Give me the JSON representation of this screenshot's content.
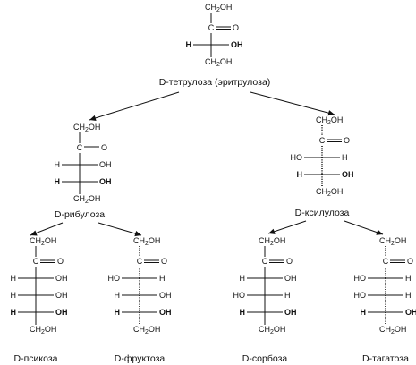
{
  "groups": {
    "ch2": "CH",
    "ch2_sub": "2",
    "oh": "OH",
    "h": "H",
    "ho": "HO",
    "c": "C",
    "o": "O"
  },
  "molecules": [
    {
      "id": "tetrulose",
      "name": "D-тетрулоза (эритрулоза)",
      "rows": [
        {
          "left": "H",
          "right": "OH",
          "bold": true
        }
      ],
      "dotted_right": false
    },
    {
      "id": "ribulose",
      "name": "D-рибулоза",
      "rows": [
        {
          "left": "H",
          "right": "OH",
          "bold": false
        },
        {
          "left": "H",
          "right": "OH",
          "bold": true
        }
      ],
      "dotted_right": false
    },
    {
      "id": "xylulose",
      "name": "D-ксилулоза",
      "rows": [
        {
          "left": "HO",
          "right": "H",
          "bold": false
        },
        {
          "left": "H",
          "right": "OH",
          "bold": true
        }
      ],
      "dotted_right": true
    },
    {
      "id": "psicose",
      "name": "D-псикоза",
      "rows": [
        {
          "left": "H",
          "right": "OH",
          "bold": false
        },
        {
          "left": "H",
          "right": "OH",
          "bold": false
        },
        {
          "left": "H",
          "right": "OH",
          "bold": true
        }
      ],
      "dotted_right": false
    },
    {
      "id": "fructose",
      "name": "D-фруктоза",
      "rows": [
        {
          "left": "HO",
          "right": "H",
          "bold": false
        },
        {
          "left": "H",
          "right": "OH",
          "bold": false
        },
        {
          "left": "H",
          "right": "OH",
          "bold": true
        }
      ],
      "dotted_right": true
    },
    {
      "id": "sorbose",
      "name": "D-сорбоза",
      "rows": [
        {
          "left": "H",
          "right": "OH",
          "bold": false
        },
        {
          "left": "HO",
          "right": "H",
          "bold": false
        },
        {
          "left": "H",
          "right": "OH",
          "bold": true
        }
      ],
      "dotted_right": false
    },
    {
      "id": "tagatose",
      "name": "D-тагатоза",
      "rows": [
        {
          "left": "HO",
          "right": "H",
          "bold": false
        },
        {
          "left": "HO",
          "right": "H",
          "bold": false
        },
        {
          "left": "H",
          "right": "OH",
          "bold": true
        }
      ],
      "dotted_right": true
    }
  ]
}
